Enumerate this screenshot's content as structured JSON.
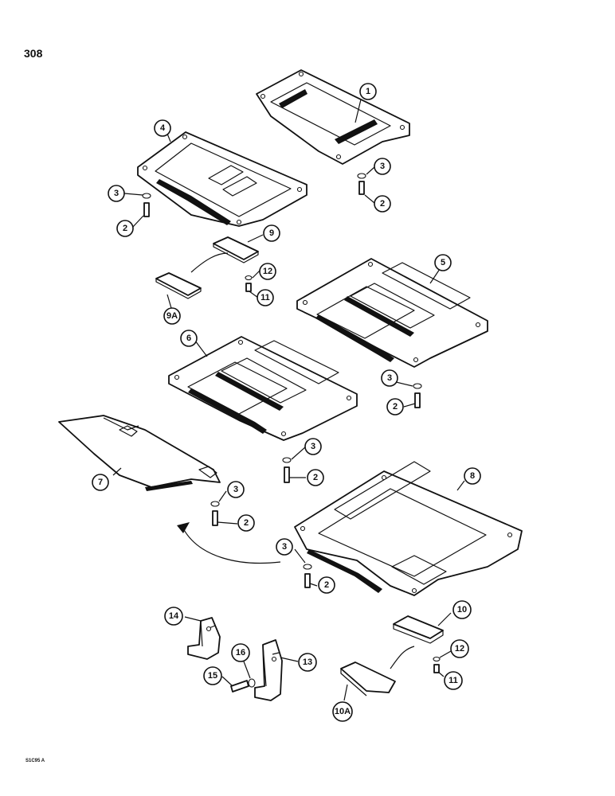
{
  "page": {
    "number": "308",
    "footer_code": "S1C95 A"
  },
  "callouts": [
    {
      "id": "c1",
      "label": "1"
    },
    {
      "id": "c2a",
      "label": "2"
    },
    {
      "id": "c3a",
      "label": "3"
    },
    {
      "id": "c4",
      "label": "4"
    },
    {
      "id": "c3b",
      "label": "3"
    },
    {
      "id": "c2b",
      "label": "2"
    },
    {
      "id": "c9",
      "label": "9"
    },
    {
      "id": "c12a",
      "label": "12"
    },
    {
      "id": "c11a",
      "label": "11"
    },
    {
      "id": "c9a",
      "label": "9A"
    },
    {
      "id": "c5",
      "label": "5"
    },
    {
      "id": "c6",
      "label": "6"
    },
    {
      "id": "c3c",
      "label": "3"
    },
    {
      "id": "c2c",
      "label": "2"
    },
    {
      "id": "c3d",
      "label": "3"
    },
    {
      "id": "c2d",
      "label": "2"
    },
    {
      "id": "c7",
      "label": "7"
    },
    {
      "id": "c3e",
      "label": "3"
    },
    {
      "id": "c2e",
      "label": "2"
    },
    {
      "id": "c8",
      "label": "8"
    },
    {
      "id": "c3f",
      "label": "3"
    },
    {
      "id": "c2f",
      "label": "2"
    },
    {
      "id": "c14",
      "label": "14"
    },
    {
      "id": "c10",
      "label": "10"
    },
    {
      "id": "c16",
      "label": "16"
    },
    {
      "id": "c13",
      "label": "13"
    },
    {
      "id": "c12b",
      "label": "12"
    },
    {
      "id": "c15",
      "label": "15"
    },
    {
      "id": "c11b",
      "label": "11"
    },
    {
      "id": "c10a",
      "label": "10A"
    }
  ]
}
